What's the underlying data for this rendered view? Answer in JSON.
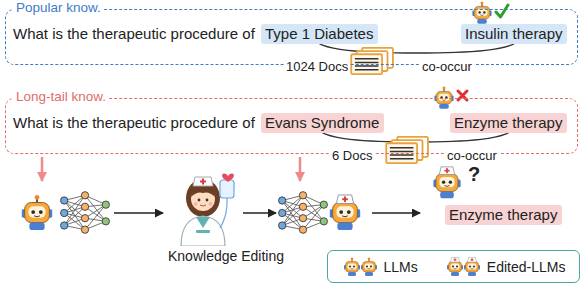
{
  "diagram": {
    "nodes": [
      {
        "text": [
          "Popular know.",
          "What is the therapeutic procedure of"
        ]
      },
      {
        "text": [
          "Type 1 Diabetes"
        ],
        "in": 0
      },
      {
        "text": [
          "Insulin therapy"
        ],
        "in": 0
      },
      {
        "text": [
          "Long-tail know.",
          "What is the therapeutic procedure of"
        ]
      },
      {
        "text": [
          "Evans Syndrome"
        ],
        "in": 3
      },
      {
        "text": [
          "Enzyme therapy"
        ],
        "in": 3
      },
      {
        "text": [
          "Enzyme therapy"
        ]
      }
    ],
    "edges": [
      {
        "from": 1,
        "to": 2,
        "arrow": "none"
      },
      {
        "from": 4,
        "to": 5,
        "arrow": "none"
      }
    ],
    "labels": [
      "1024 Docs",
      "co-occur",
      "6 Docs",
      "co-occur",
      "Knowledge Editing",
      "?"
    ],
    "legend": [
      {
        "text": "LLMs"
      },
      {
        "text": "Edited-LLMs"
      }
    ]
  }
}
